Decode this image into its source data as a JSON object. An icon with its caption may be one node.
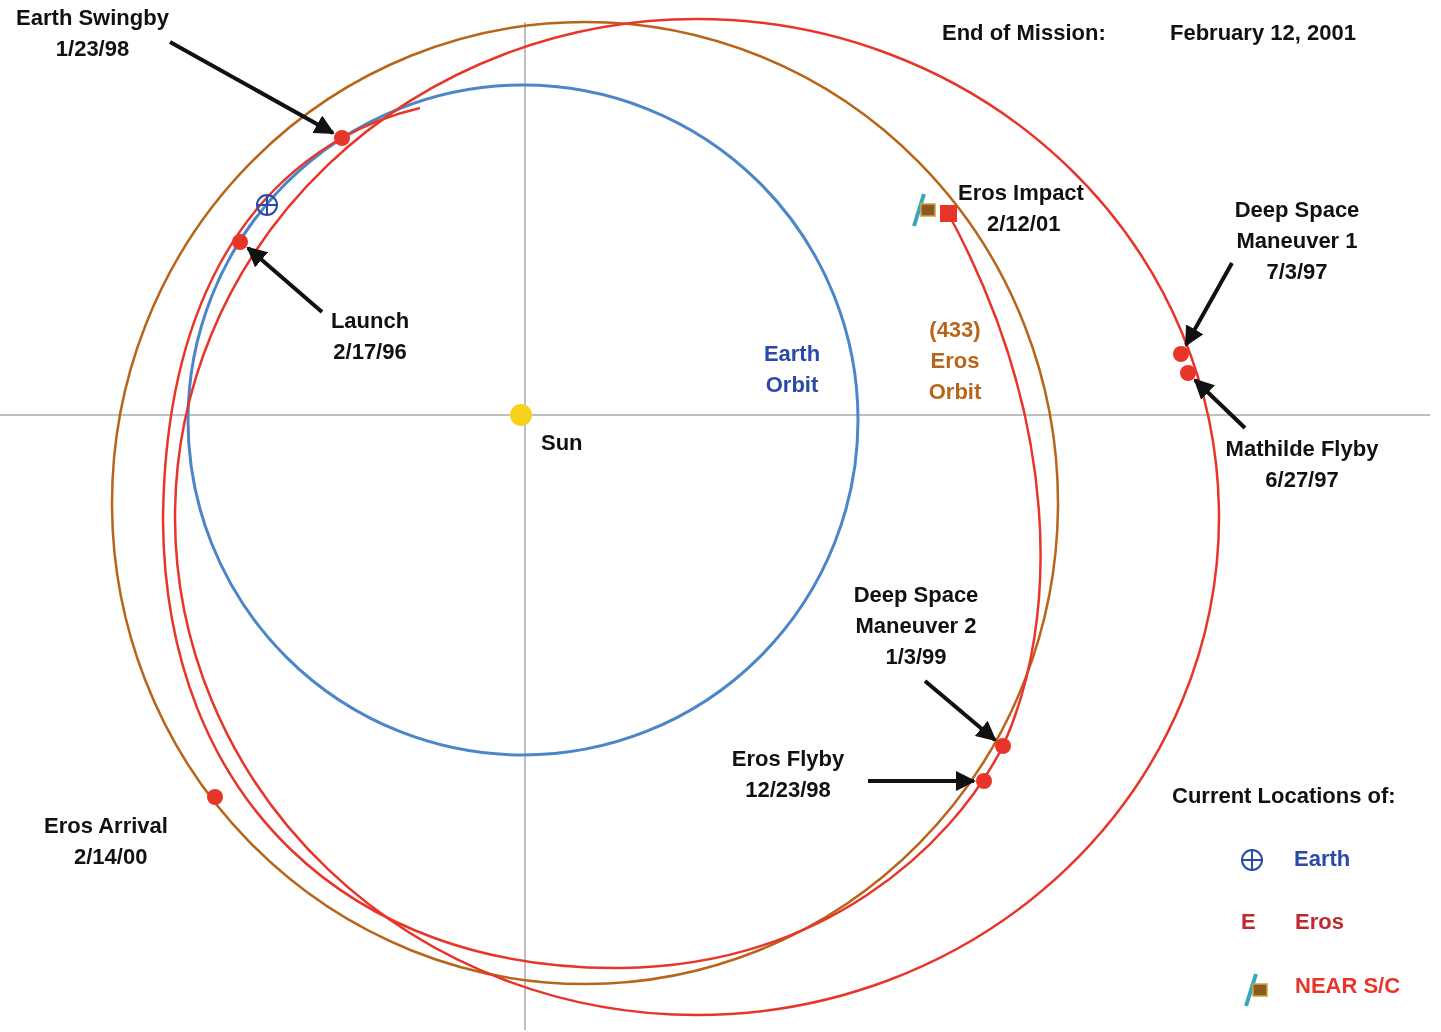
{
  "diagram": {
    "nodes": [
      {
        "text": [
          "Earth Swingby",
          "1/23/98"
        ]
      },
      {
        "text": [],
        "shape": "circle"
      },
      {
        "text": [
          "Deep Space Maneuver 1",
          "7/3/97"
        ]
      },
      {
        "text": [],
        "shape": "circle"
      },
      {
        "text": [
          "Launch",
          "2/17/96"
        ]
      },
      {
        "text": [],
        "shape": "circle"
      },
      {
        "text": [],
        "shape": "circle"
      },
      {
        "text": [
          "Mathilde Flyby",
          "6/27/97"
        ]
      },
      {
        "text": [
          "Deep Space Maneuver 2",
          "1/3/99"
        ]
      },
      {
        "text": [],
        "shape": "circle"
      },
      {
        "text": [
          "Eros Flyby",
          "12/23/98"
        ]
      },
      {
        "text": [],
        "shape": "circle"
      }
    ],
    "edges": [
      {
        "from": 0,
        "to": 1,
        "arrow": "to"
      },
      {
        "from": 4,
        "to": 3,
        "arrow": "to"
      },
      {
        "from": 2,
        "to": 5,
        "arrow": "to"
      },
      {
        "from": 7,
        "to": 6,
        "arrow": "to"
      },
      {
        "from": 8,
        "to": 9,
        "arrow": "to"
      },
      {
        "from": 10,
        "to": 11,
        "arrow": "to"
      }
    ],
    "labels": [
      "End of Mission:",
      "February 12, 2001",
      "Eros Impact",
      "2/12/01",
      "(433) Eros Orbit",
      "Earth Orbit",
      "Sun",
      "Current Locations of:",
      "Eros Arrival",
      "2/14/00",
      "E"
    ],
    "legend": [
      {
        "text": "Earth"
      },
      {
        "text": "Eros"
      },
      {
        "text": "NEAR S/C"
      }
    ]
  }
}
